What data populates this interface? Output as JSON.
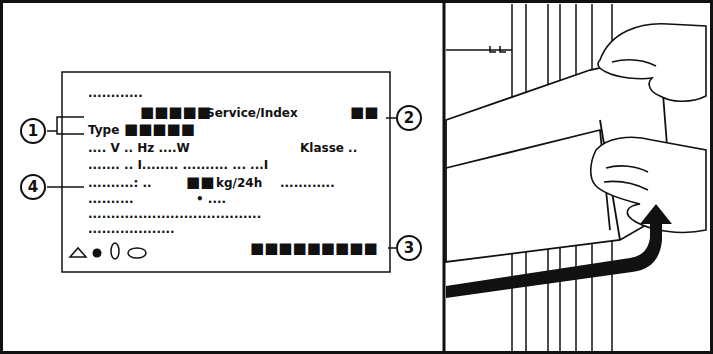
{
  "diagram": {
    "nodes": [
      {
        "text": [
          "1"
        ]
      },
      {
        "text": [
          "2"
        ]
      },
      {
        "text": [
          "4"
        ]
      },
      {
        "text": [
          "3"
        ]
      }
    ],
    "labels": [
      "............",
      "■■■■■",
      "Service/Index",
      "■■",
      "Type",
      "■■■■■",
      ".... V .. Hz ....W",
      "Klasse ..",
      "....... ..  I........ .......... ... ...I",
      "..........: ..",
      "■■",
      "kg/24h",
      "............",
      "..........",
      "• ....",
      "......................................",
      "...................",
      "■■■■■■■■■"
    ]
  }
}
